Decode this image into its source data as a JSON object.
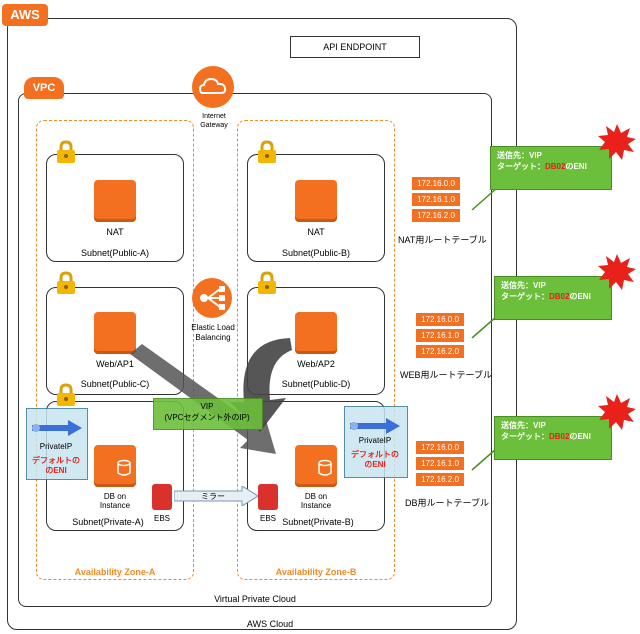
{
  "aws_badge": "AWS",
  "vpc_badge": "VPC",
  "api_endpoint": "API ENDPOINT",
  "aws_cloud_label": "AWS Cloud",
  "vpc_label": "Virtual Private Cloud",
  "internet_gateway": "Internet\nGateway",
  "elb": "Elastic Load\nBalancing",
  "az_a": "Availability Zone-A",
  "az_b": "Availability Zone-B",
  "subnets": {
    "public_a": "Subnet(Public-A)",
    "public_b": "Subnet(Public-B)",
    "public_c": "Subnet(Public-C)",
    "public_d": "Subnet(Public-D)",
    "private_a": "Subnet(Private-A)",
    "private_b": "Subnet(Private-B)"
  },
  "nodes": {
    "nat_a": "NAT",
    "nat_b": "NAT",
    "web_ap1": "Web/AP1",
    "web_ap2": "Web/AP2",
    "db_a": "DB on\nInstance",
    "db_b": "DB on\nInstance",
    "ebs_a": "EBS",
    "ebs_b": "EBS"
  },
  "mirror": "ミラー",
  "vip_label": "VIP\n(VPCセグメント外のIP)",
  "private_ip_a": "PrivateIP",
  "private_ip_b": "PrivateIP",
  "default_eni_a": "デフォルトの\nのENI",
  "default_eni_b": "デフォルトの\nのENI",
  "route_tables": [
    {
      "caption": "NAT用ルートテーブル",
      "rows": [
        "172.16.0.0",
        "172.16.1.0",
        "172.16.2.0"
      ]
    },
    {
      "caption": "WEB用ルートテーブル",
      "rows": [
        "172.16.0.0",
        "172.16.1.0",
        "172.16.2.0"
      ]
    },
    {
      "caption": "DB用ルートテーブル",
      "rows": [
        "172.16.0.0",
        "172.16.1.0",
        "172.16.2.0"
      ]
    }
  ],
  "callouts": [
    {
      "line1": "送信先：VIP",
      "line2_prefix": "ターゲット：",
      "line2_red": "DB02",
      "line2_suffix": "のENI"
    },
    {
      "line1": "送信先：VIP",
      "line2_prefix": "ターゲット：",
      "line2_red": "DB02",
      "line2_suffix": "のENI"
    },
    {
      "line1": "送信先：VIP",
      "line2_prefix": "ターゲット：",
      "line2_red": "DB02",
      "line2_suffix": "のENI"
    }
  ],
  "colors": {
    "accent": "#f2701f",
    "callout": "#6cbf3a",
    "alert": "#e8211b",
    "eni_box": "#c7e4ef"
  }
}
